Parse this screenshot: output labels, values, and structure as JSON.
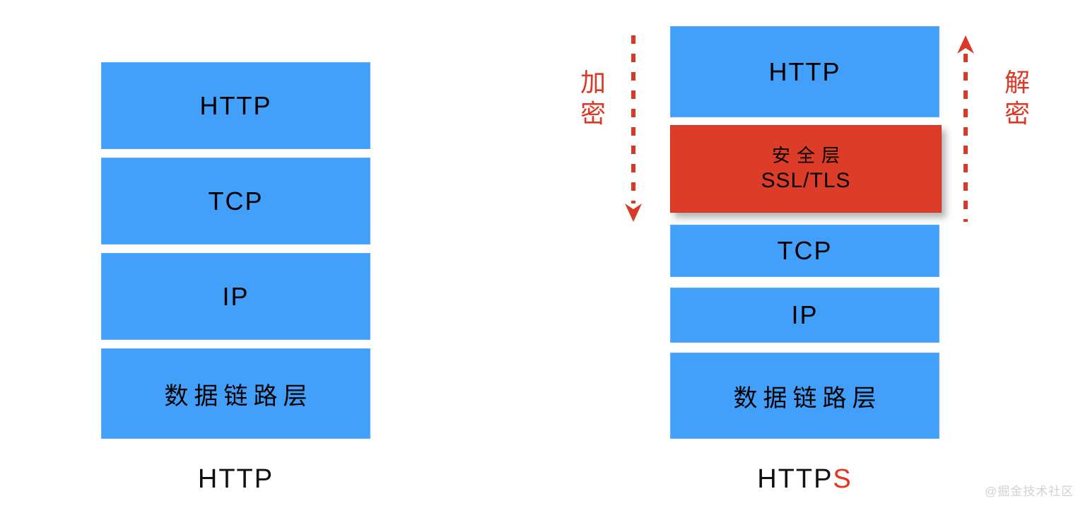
{
  "diagram": {
    "title_hidden": "",
    "colors": {
      "layer_blue": "#42a0fa",
      "security_red": "#dc3c28",
      "annotation_red": "#d93a28",
      "accent_s": "#e8321a",
      "watermark_gray": "#d2d2d2",
      "background": "#ffffff"
    }
  },
  "left_stack": {
    "caption": "HTTP",
    "layers": [
      {
        "label": "HTTP",
        "type": "latin",
        "color": "blue"
      },
      {
        "label": "TCP",
        "type": "latin",
        "color": "blue"
      },
      {
        "label": "IP",
        "type": "latin",
        "color": "blue"
      },
      {
        "label": "数据链路层",
        "type": "cjk",
        "color": "blue"
      }
    ]
  },
  "right_stack": {
    "caption_main": "HTTP",
    "caption_accent": "S",
    "layers": [
      {
        "label": "HTTP",
        "type": "latin",
        "color": "blue"
      },
      {
        "label_cjk": "安全层",
        "label_latin": "SSL/TLS",
        "type": "security",
        "color": "red"
      },
      {
        "label": "TCP",
        "type": "latin",
        "color": "blue"
      },
      {
        "label": "IP",
        "type": "latin",
        "color": "blue"
      },
      {
        "label": "数据链路层",
        "type": "cjk",
        "color": "blue"
      }
    ]
  },
  "annotations": {
    "encrypt": {
      "label": "加\n密",
      "arrow_direction": "down",
      "icon": "dashed-arrow-down-icon"
    },
    "decrypt": {
      "label": "解\n密",
      "arrow_direction": "up",
      "icon": "dashed-arrow-up-icon"
    }
  },
  "watermark": {
    "text": "@掘金技术社区"
  }
}
